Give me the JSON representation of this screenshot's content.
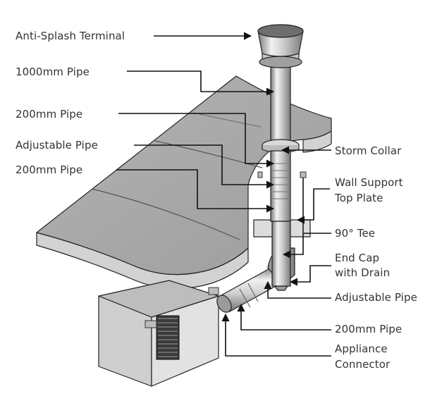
{
  "labels": {
    "anti_splash_terminal": "Anti-Splash Terminal",
    "pipe_1000mm": "1000mm Pipe",
    "pipe_200mm_upper": "200mm Pipe",
    "adjustable_pipe_left": "Adjustable Pipe",
    "pipe_200mm_left": "200mm Pipe",
    "storm_collar": "Storm Collar",
    "wall_support_top_plate": [
      "Wall Support",
      "Top Plate"
    ],
    "tee_90": "90° Tee",
    "end_cap_with_drain": [
      "End Cap",
      "with Drain"
    ],
    "adjustable_pipe_right": "Adjustable Pipe",
    "pipe_200mm_lower": "200mm Pipe",
    "appliance_connector": [
      "Appliance",
      "Connector"
    ]
  },
  "colors": {
    "roof": "#a9a9a9",
    "roof_edge": "#c8c8c8",
    "pipe_light": "#e6e6e6",
    "pipe_dark": "#8f8f8f",
    "appliance": "#d9d9d9",
    "text": "#333333",
    "leader_line": "#111111"
  }
}
